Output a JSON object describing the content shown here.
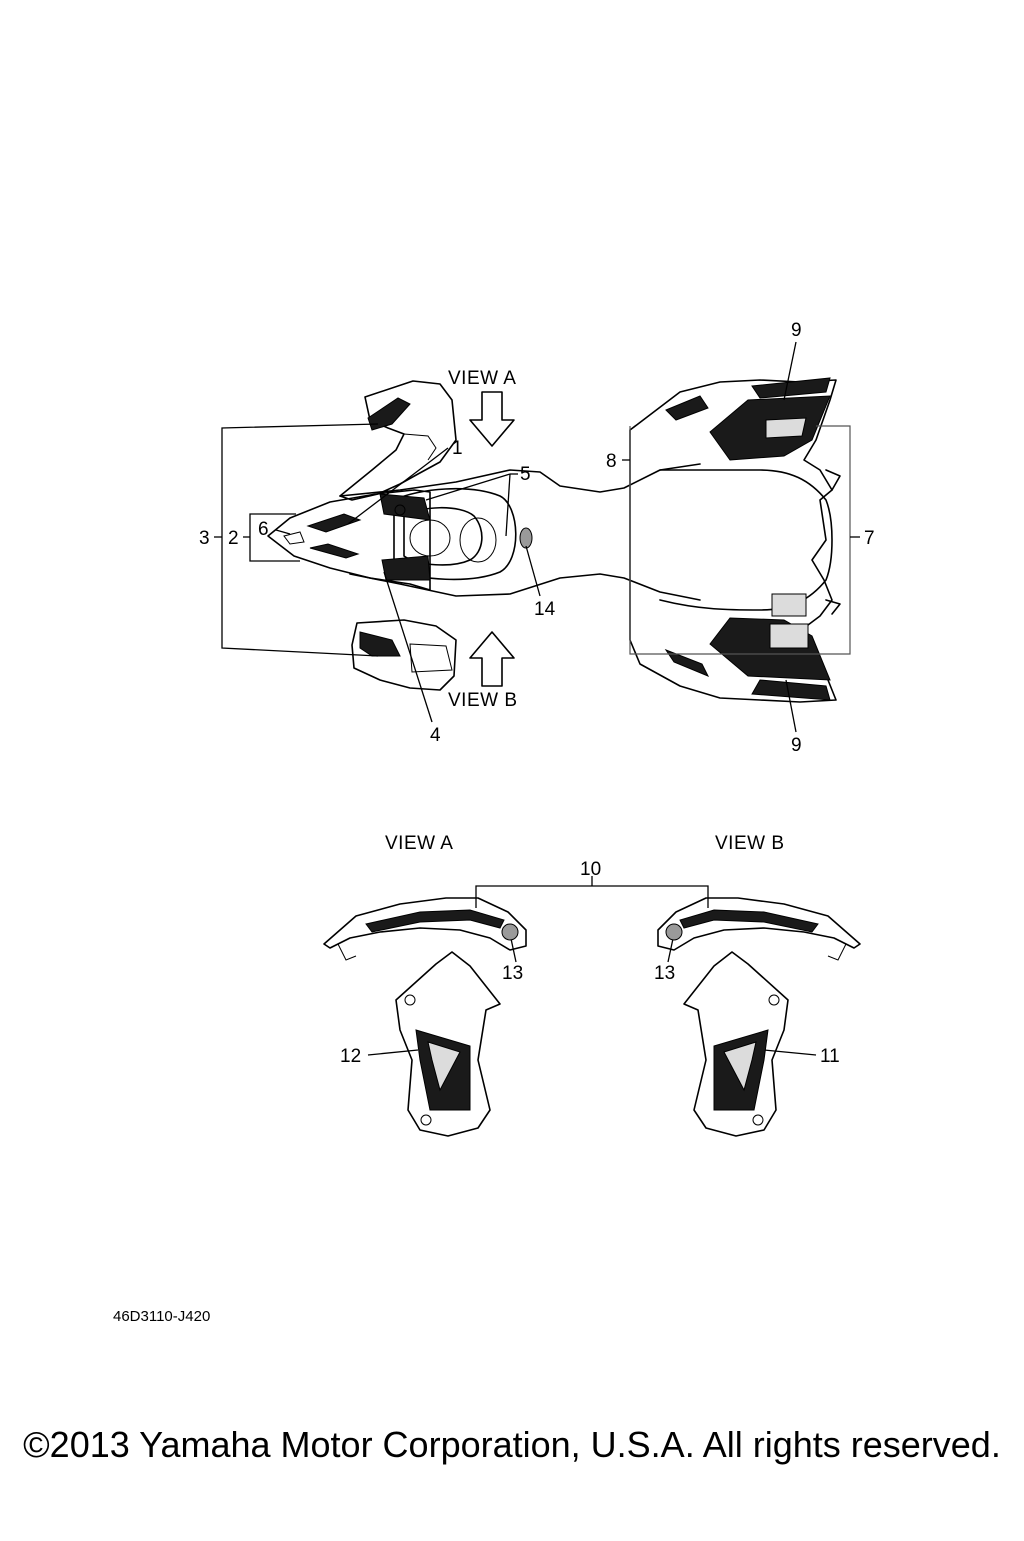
{
  "diagram": {
    "views": {
      "top_view_a": "VIEW A",
      "top_view_b": "VIEW B",
      "detail_view_a": "VIEW A",
      "detail_view_b": "VIEW B"
    },
    "callouts": {
      "c1": "1",
      "c2": "2",
      "c3": "3",
      "c4": "4",
      "c5": "5",
      "c6": "6",
      "c7": "7",
      "c8": "8",
      "c9_top": "9",
      "c9_bottom": "9",
      "c10": "10",
      "c11": "11",
      "c12": "12",
      "c13_left": "13",
      "c13_right": "13",
      "c14": "14"
    },
    "part_code": "46D3110-J420"
  },
  "footer": {
    "copyright": "©2013 Yamaha Motor Corporation, U.S.A. All rights reserved."
  }
}
